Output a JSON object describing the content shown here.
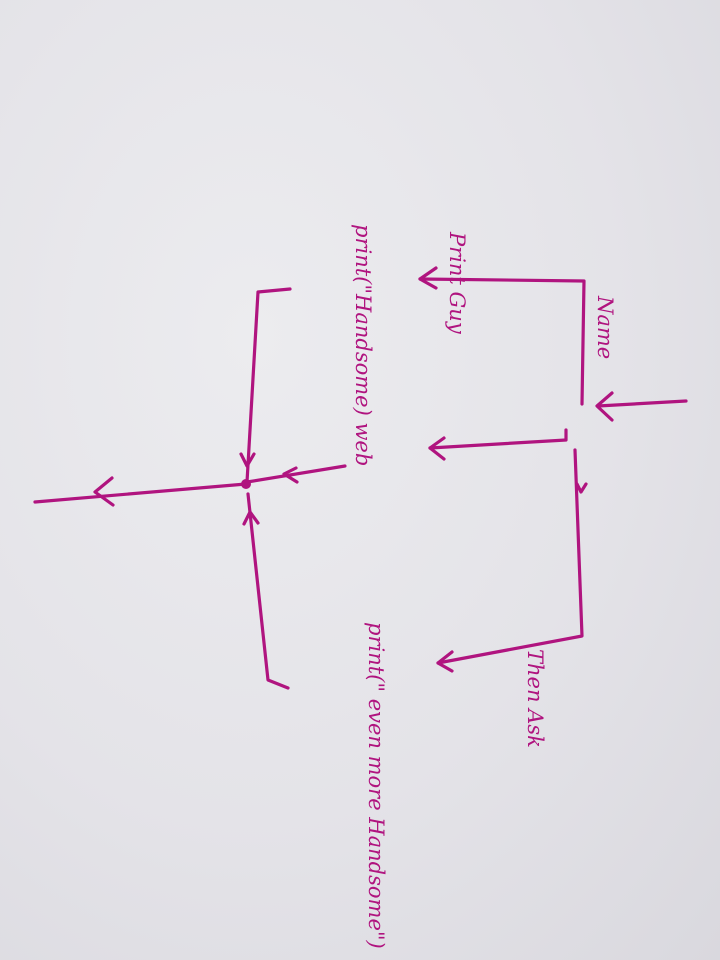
{
  "diagram": {
    "ink_color": "#b0147f",
    "paper_color": "#e4e3e8",
    "labels": {
      "name": "Name",
      "print_guy": "Print Guy",
      "then_ask": "Then Ask",
      "print_handsome": "print(\"Handsome) web",
      "print_even_more": "print(\" even more Handsome\")"
    }
  }
}
